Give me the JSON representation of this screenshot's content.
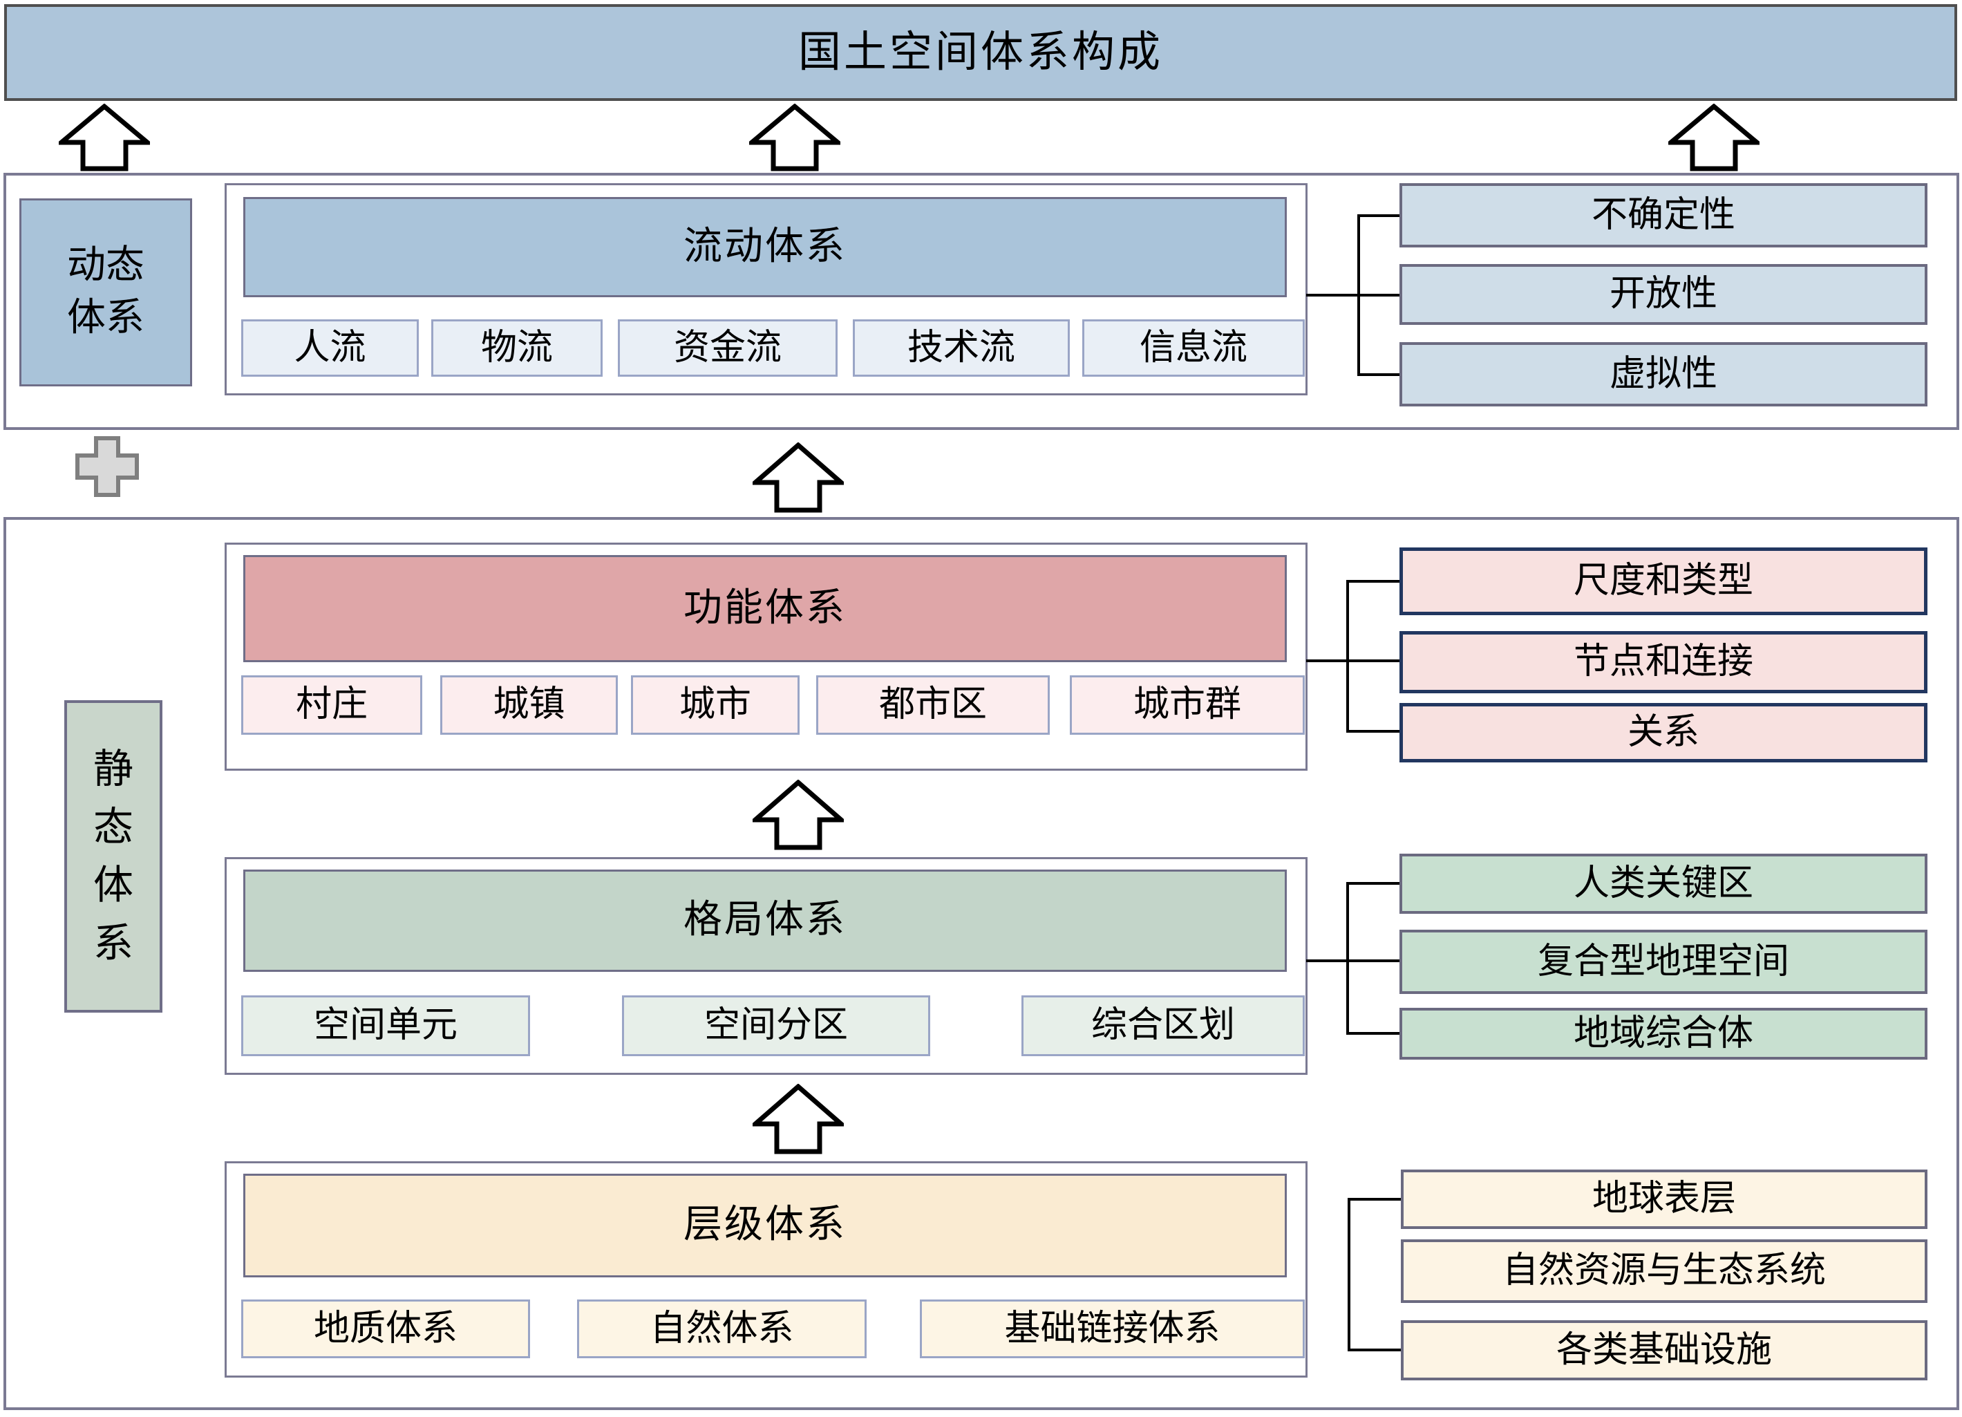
{
  "title": "国土空间体系构成",
  "dynamic_section": {
    "label": "动态体系",
    "flow_system": {
      "title": "流动体系",
      "items": [
        "人流",
        "物流",
        "资金流",
        "技术流",
        "信息流"
      ]
    },
    "attributes": [
      "不确定性",
      "开放性",
      "虚拟性"
    ]
  },
  "static_section": {
    "label": "静态体系",
    "function_system": {
      "title": "功能体系",
      "items": [
        "村庄",
        "城镇",
        "城市",
        "都市区",
        "城市群"
      ],
      "attributes": [
        "尺度和类型",
        "节点和连接",
        "关系"
      ]
    },
    "pattern_system": {
      "title": "格局体系",
      "items": [
        "空间单元",
        "空间分区",
        "综合区划"
      ],
      "attributes": [
        "人类关键区",
        "复合型地理空间",
        "地域综合体"
      ]
    },
    "hierarchy_system": {
      "title": "层级体系",
      "items": [
        "地质体系",
        "自然体系",
        "基础链接体系"
      ],
      "attributes": [
        "地球表层",
        "自然资源与生态系统",
        "各类基础设施"
      ]
    }
  },
  "colors": {
    "banner_blue": "#adc5da",
    "flow_blue": "#aac4da",
    "flow_item_blue": "#e9eff6",
    "trait_blue": "#cfdde8",
    "function_pink": "#dfa6a8",
    "function_item_pink": "#fcedee",
    "trait_pink": "#f8e1e0",
    "trait_pink_border": "#223760",
    "pattern_green": "#c3d5c9",
    "pattern_item_green": "#e7efe9",
    "trait_green": "#c8e0d0",
    "static_label_green": "#c9d6cb",
    "hierarchy_cream": "#faebd2",
    "hierarchy_item_cream": "#fdf5e5",
    "trait_cream": "#fdf4e4",
    "frame_border": "#7b7a93",
    "plus_gray": "#d9d9d9"
  }
}
